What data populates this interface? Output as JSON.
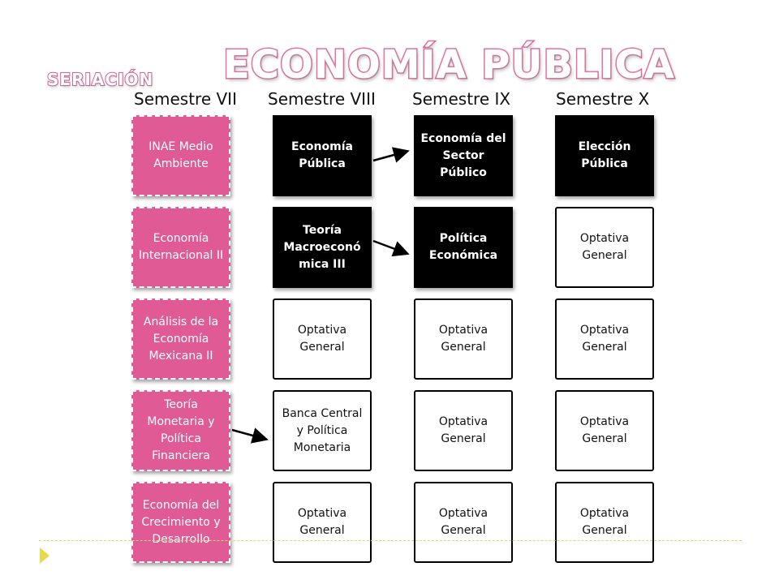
{
  "title": "ECONOMÍA PÚBLICA",
  "subtitle": "SERIACIÓN",
  "columns": [
    "Semestre VII",
    "Semestre VIII",
    "Semestre IX",
    "Semestre X"
  ],
  "rows": [
    [
      "INAE Medio Ambiente",
      "Economía Pública",
      "Economía del Sector Público",
      "Elección Pública"
    ],
    [
      "Economía Internacional II",
      "Teoría Macroeconó mica III",
      "Política Económica",
      "Optativa General"
    ],
    [
      "Análisis de la Economía Mexicana II",
      "Optativa General",
      "Optativa General",
      "Optativa General"
    ],
    [
      "Teoría Monetaria y Política Financiera",
      "Banca Central y Política Monetaria",
      "Optativa General",
      "Optativa General"
    ],
    [
      "Economía del Crecimiento y Desarrollo",
      "Optativa General",
      "Optativa General",
      "Optativa General"
    ]
  ],
  "colors": {
    "pink": "#e05a95",
    "black": "#000000",
    "accent": "#e8d84a"
  }
}
